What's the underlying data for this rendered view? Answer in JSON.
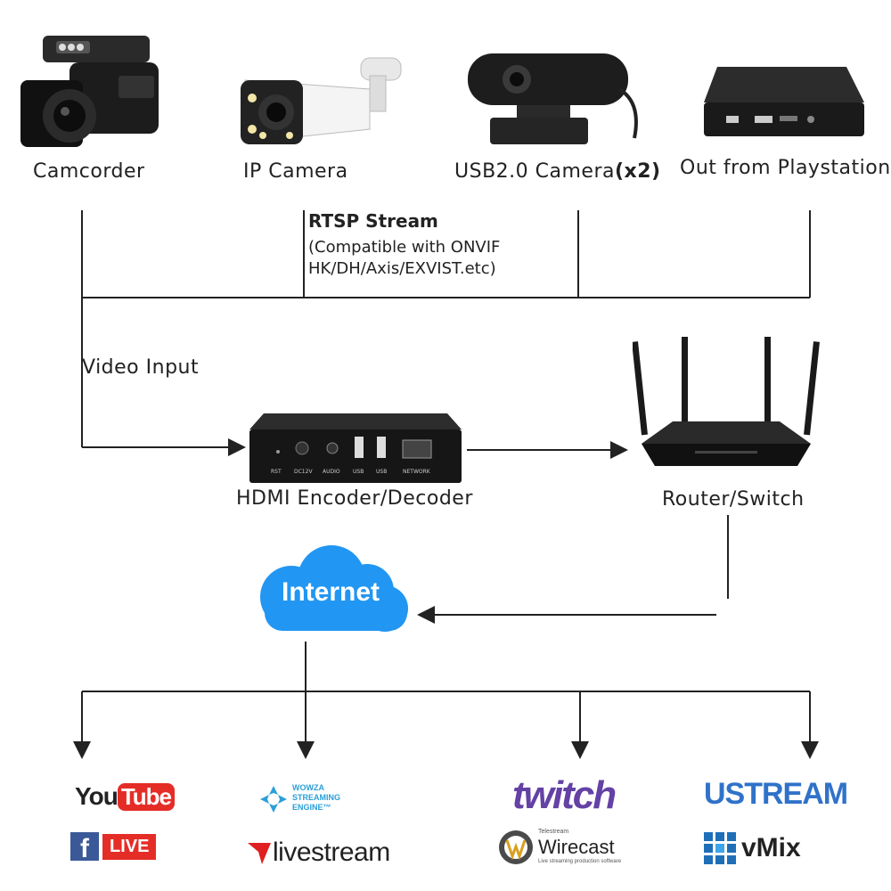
{
  "devices": {
    "camcorder": "Camcorder",
    "ip_camera": "IP Camera",
    "usb_camera": "USB2.0 Camera",
    "usb_camera_count": "(x2)",
    "playstation": "Out from Playstation"
  },
  "rtsp": {
    "title": "RTSP Stream",
    "line1": "(Compatible with ONVIF",
    "line2": "HK/DH/Axis/EXVIST.etc)"
  },
  "video_input": "Video Input",
  "encoder": {
    "label": "HDMI Encoder/Decoder",
    "ports": [
      "RST",
      "DC12V",
      "AUDIO",
      "USB",
      "USB",
      "NETWORK"
    ]
  },
  "router": {
    "label": "Router/Switch"
  },
  "internet": "Internet",
  "platforms": {
    "youtube_you": "You",
    "youtube_tube": "Tube",
    "facebook_f": "f",
    "facebook_live": "LIVE",
    "wowza_line1": "WOWZA",
    "wowza_line2": "STREAMING",
    "wowza_line3": "ENGINE™",
    "livestream": "livestream",
    "twitch": "twitch",
    "wirecast_brand": "Telestream",
    "wirecast": "Wirecast",
    "wirecast_tagline": "Live streaming production software",
    "ustream": "USTREAM",
    "vmix": "vMix"
  },
  "colors": {
    "line": "#222222",
    "cloud": "#2196f3",
    "youtube_red": "#e52d27",
    "facebook_blue": "#3b5998",
    "wowza_blue": "#2b9fd8",
    "livestream_red": "#e02020",
    "twitch_purple": "#6441a5",
    "ustream_blue": "#2f72c9",
    "vmix_blue": "#1f6fb8"
  }
}
